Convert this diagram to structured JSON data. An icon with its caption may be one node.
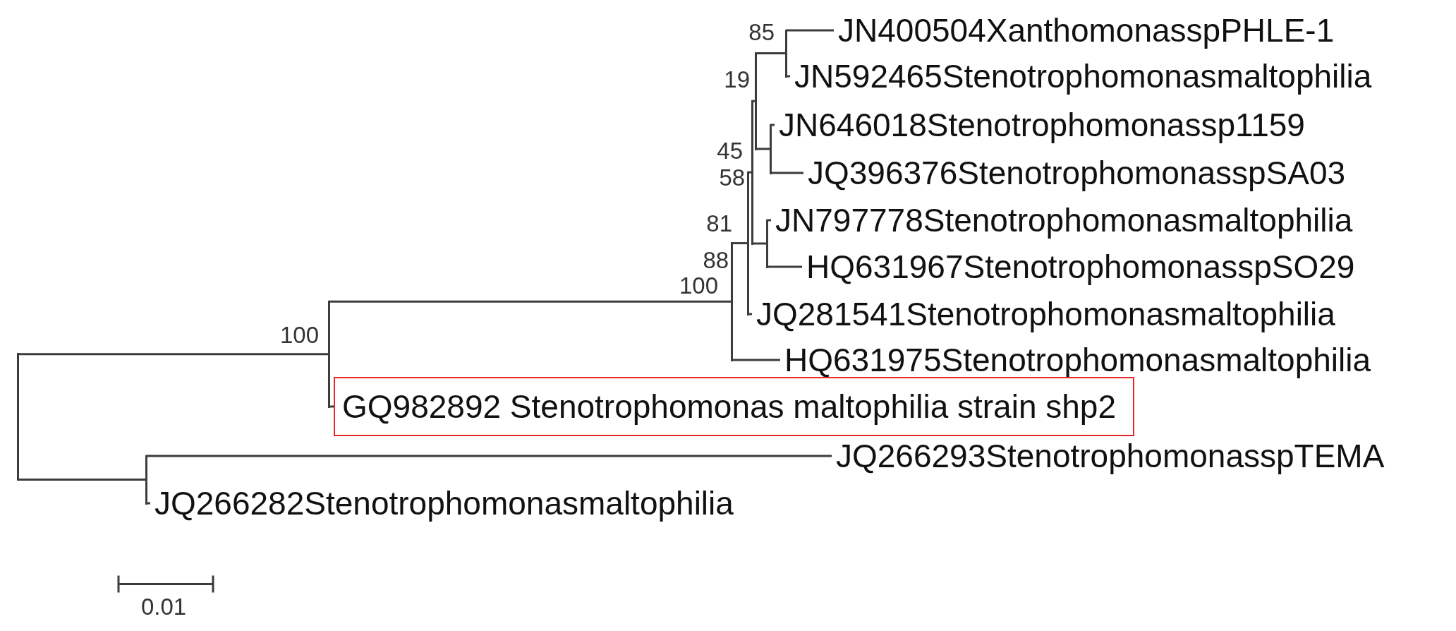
{
  "diagram": {
    "nodes": [
      {
        "text": [
          "JN400504XanthomonasspPHLE-1"
        ]
      },
      {
        "text": [
          "JN592465Stenotrophomonasmaltophilia"
        ]
      },
      {
        "text": [
          "JN646018Stenotrophomonassp1159"
        ]
      },
      {
        "text": [
          "JQ396376StenotrophomonasspSA03"
        ]
      },
      {
        "text": [
          "JN797778Stenotrophomonasmaltophilia"
        ]
      },
      {
        "text": [
          "HQ631967StenotrophomonasspSO29"
        ]
      },
      {
        "text": [
          "JQ281541Stenotrophomonasmaltophilia"
        ]
      },
      {
        "text": [
          "HQ631975Stenotrophomonasmaltophilia"
        ]
      },
      {
        "text": [
          "GQ982892 Stenotrophomonas maltophilia strain shp2"
        ]
      },
      {
        "text": [
          "JQ266293StenotrophomonasspTEMA"
        ]
      },
      {
        "text": [
          "JQ266282Stenotrophomonasmaltophilia"
        ]
      },
      {
        "text": [],
        "shape": "bar"
      },
      {
        "text": [],
        "shape": "bar"
      },
      {
        "text": [],
        "shape": "bar",
        "beside": [
          "100"
        ]
      },
      {
        "text": [],
        "shape": "bar",
        "beside": [
          "100"
        ]
      },
      {
        "text": [],
        "shape": "bar",
        "beside": [
          "81"
        ]
      },
      {
        "text": [],
        "shape": "bar",
        "beside": [
          "45"
        ]
      },
      {
        "text": [],
        "shape": "bar",
        "beside": [
          "19"
        ]
      },
      {
        "text": [],
        "shape": "bar"
      },
      {
        "text": [],
        "shape": "bar"
      },
      {
        "text": [],
        "shape": "bar",
        "beside": [
          "85"
        ]
      }
    ],
    "edges": [
      {
        "from": 11,
        "to": 13,
        "arrow": "none"
      },
      {
        "from": 11,
        "to": 12,
        "arrow": "none"
      },
      {
        "from": 13,
        "to": 14,
        "arrow": "none"
      },
      {
        "from": 13,
        "to": 8,
        "arrow": "none"
      },
      {
        "from": 14,
        "to": 15,
        "arrow": "none"
      },
      {
        "from": 14,
        "to": 7,
        "arrow": "none"
      },
      {
        "from": 15,
        "to": 16,
        "arrow": "none"
      },
      {
        "from": 15,
        "to": 6,
        "arrow": "none"
      },
      {
        "from": 16,
        "to": 17,
        "arrow": "none"
      },
      {
        "from": 16,
        "to": 18,
        "arrow": "none"
      },
      {
        "from": 17,
        "to": 20,
        "arrow": "none"
      },
      {
        "from": 17,
        "to": 19,
        "arrow": "none"
      },
      {
        "from": 20,
        "to": 0,
        "arrow": "none"
      },
      {
        "from": 20,
        "to": 1,
        "arrow": "none"
      },
      {
        "from": 19,
        "to": 2,
        "arrow": "none"
      },
      {
        "from": 19,
        "to": 3,
        "arrow": "none"
      },
      {
        "from": 18,
        "to": 4,
        "arrow": "none"
      },
      {
        "from": 18,
        "to": 5,
        "arrow": "none"
      },
      {
        "from": 12,
        "to": 9,
        "arrow": "none"
      },
      {
        "from": 12,
        "to": 10,
        "arrow": "none"
      }
    ],
    "labels": [
      "58",
      "88",
      "0.01"
    ]
  }
}
